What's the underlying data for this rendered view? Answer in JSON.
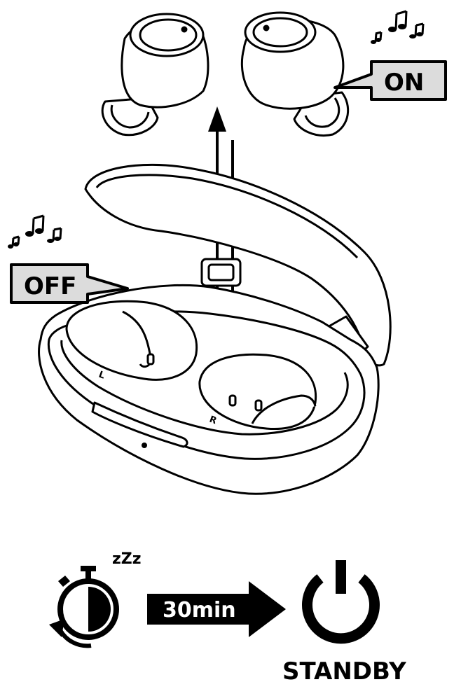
{
  "callouts": {
    "on_label": "ON",
    "off_label": "OFF"
  },
  "case": {
    "left_slot_label": "L",
    "right_slot_label": "R"
  },
  "timer": {
    "sleep_label": "zZz",
    "duration_label": "30min"
  },
  "standby": {
    "label": "STANDBY"
  },
  "icons": {
    "music": "music-notes-icon",
    "stopwatch": "stopwatch-icon",
    "power": "power-icon",
    "arrow": "right-arrow-icon"
  },
  "colors": {
    "ink": "#000000",
    "callout_fill": "#dcdcdc",
    "paper": "#ffffff"
  }
}
